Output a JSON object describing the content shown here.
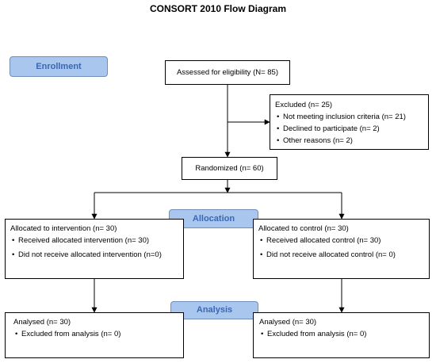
{
  "title": "CONSORT 2010 Flow Diagram",
  "stages": {
    "enrollment": "Enrollment",
    "allocation": "Allocation",
    "analysis": "Analysis"
  },
  "assessed": "Assessed for eligibility (N= 85)",
  "excluded": {
    "heading": "Excluded (n= 25)",
    "items": [
      "Not meeting inclusion criteria (n= 21)",
      "Declined to participate (n= 2)",
      "Other reasons (n= 2)"
    ]
  },
  "randomized": "Randomized (n= 60)",
  "intervention": {
    "heading": "Allocated to intervention (n= 30)",
    "items": [
      "Received allocated intervention (n= 30)",
      "Did not receive allocated intervention (n=0)"
    ]
  },
  "control": {
    "heading": "Allocated to control (n= 30)",
    "items": [
      "Received allocated control (n= 30)",
      "Did not receive allocated control (n= 0)"
    ]
  },
  "analysis_left": {
    "heading": "Analysed (n= 30)",
    "items": [
      "Excluded from analysis (n= 0)"
    ]
  },
  "analysis_right": {
    "heading": "Analysed (n= 30)",
    "items": [
      "Excluded from analysis (n= 0)"
    ]
  }
}
